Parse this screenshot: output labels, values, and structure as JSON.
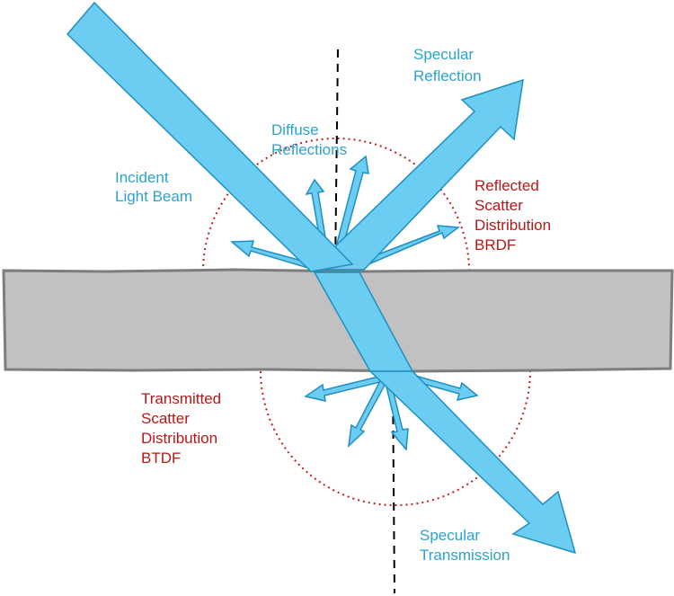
{
  "colors": {
    "beam_fill": "#6ccdf2",
    "beam_stroke": "#1f8fc0",
    "slab_fill": "#c1c1c1",
    "slab_stroke": "#7d7d7d",
    "scatter_circle": "#c01d1d",
    "normal_line": "#000000",
    "blue_label": "#2aa3cf",
    "red_label": "#b81717"
  },
  "labels": {
    "specular_reflection": [
      "Specular",
      "Reflection"
    ],
    "diffuse_reflections": [
      "Diffuse",
      "Reflections"
    ],
    "incident_beam": [
      "Incident",
      "Light Beam"
    ],
    "reflected_scatter": [
      "Reflected",
      "Scatter",
      "Distribution",
      "BRDF"
    ],
    "transmitted_scatter": [
      "Transmitted",
      "Scatter",
      "Distribution",
      "BTDF"
    ],
    "specular_transmission": [
      "Specular",
      "Transmission"
    ]
  }
}
